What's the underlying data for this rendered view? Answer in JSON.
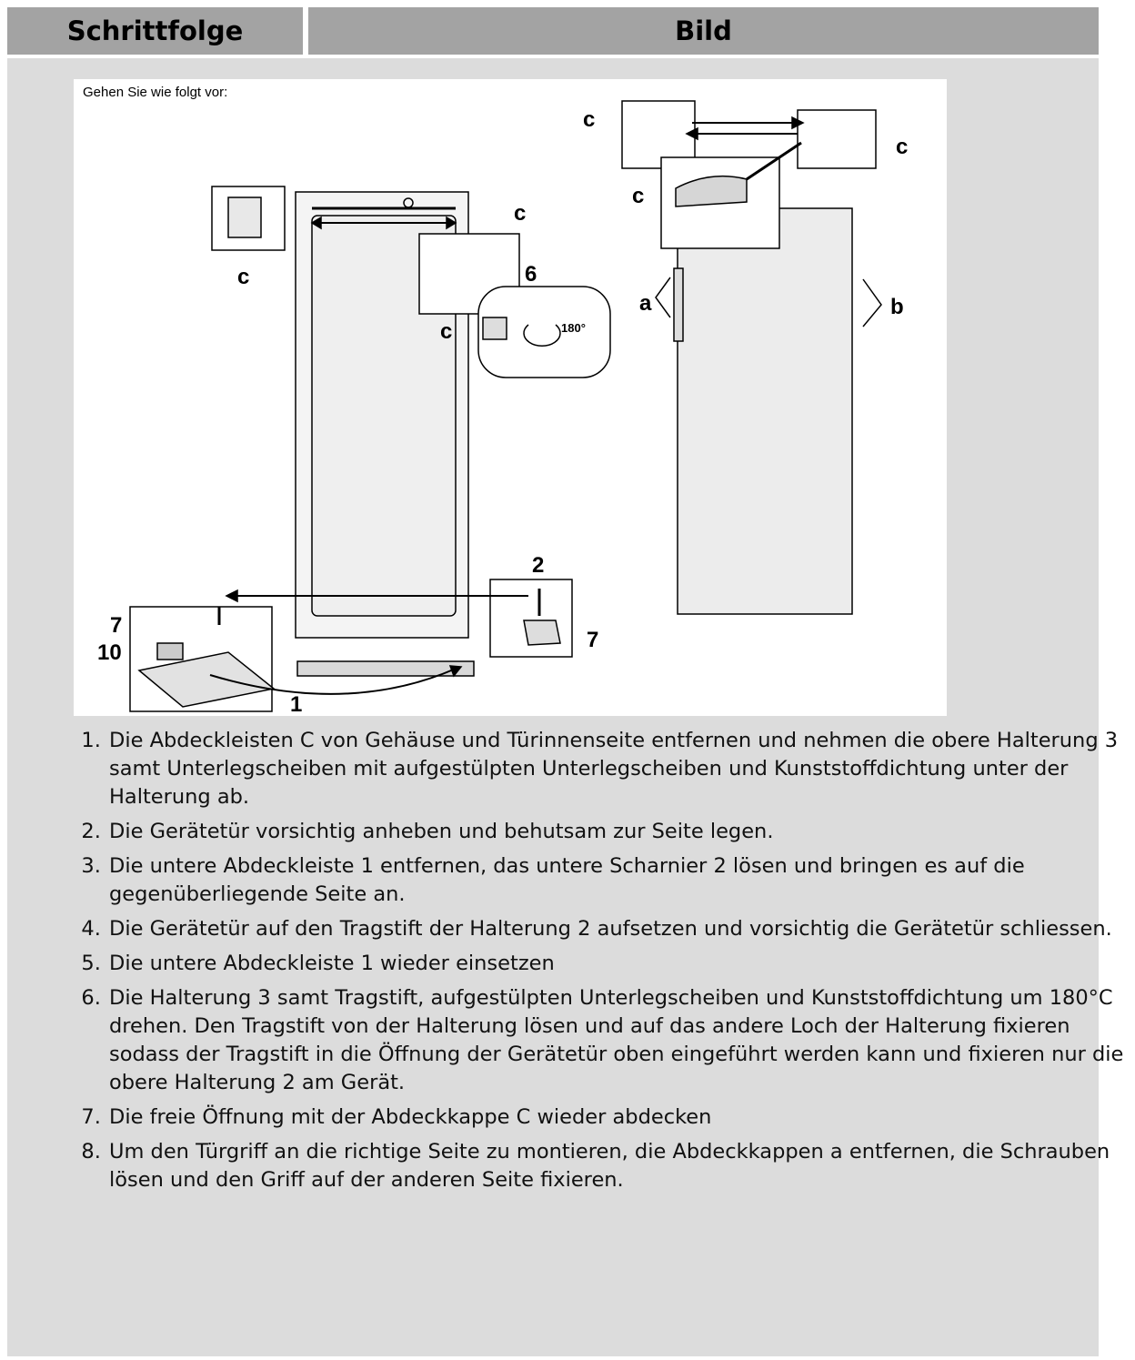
{
  "table": {
    "header_left": "Schrittfolge",
    "header_right": "Bild"
  },
  "figure": {
    "intro": "Gehen Sie wie folgt vor:",
    "labels": {
      "c": "c",
      "a": "a",
      "b": "b",
      "n1": "1",
      "n2": "2",
      "n6": "6",
      "n7": "7",
      "n10": "10",
      "deg180": "180°"
    }
  },
  "steps": [
    "Die Abdeckleisten C von Gehäuse und Türinnenseite entfernen und nehmen die obere Halterung 3 samt Unterlegscheiben mit aufgestülpten Unterlegscheiben und Kunststoffdichtung unter der Halterung ab.",
    "Die Gerätetür vorsichtig anheben und behutsam zur Seite legen.",
    "Die untere Abdeckleiste 1 entfernen, das untere Scharnier 2 lösen und bringen es auf die gegenüberliegende Seite an.",
    "Die Gerätetür auf den Tragstift der Halterung 2 aufsetzen und vorsichtig die Gerätetür schliessen.",
    "Die untere Abdeckleiste 1 wieder einsetzen",
    "Die Halterung 3 samt Tragstift, aufgestülpten Unterlegscheiben und Kunststoffdichtung um 180°C drehen. Den Tragstift von der Halterung lösen und auf das andere Loch der Halterung fixieren sodass der Tragstift in die Öffnung der Gerätetür oben eingeführt werden kann und fixieren nur die obere Halterung 2 am Gerät.",
    "Die freie Öffnung mit der Abdeckkappe C wieder abdecken",
    "Um den Türgriff an die richtige Seite zu montieren, die Abdeckkappen a entfernen, die Schrauben lösen und den Griff auf der anderen Seite fixieren."
  ]
}
